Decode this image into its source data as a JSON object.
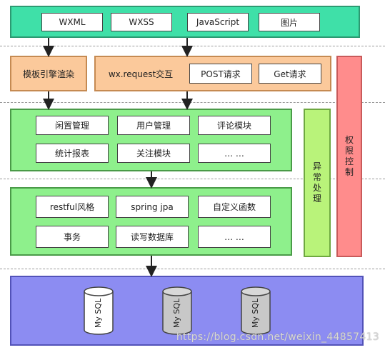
{
  "top_layer": {
    "items": [
      "WXML",
      "WXSS",
      "JavaScript",
      "图片"
    ]
  },
  "render_layer": {
    "engine_label": "模板引擎渲染",
    "request_label": "wx.request交互",
    "request_items": [
      "POST请求",
      "Get请求"
    ]
  },
  "business_layer": {
    "items": [
      "闲置管理",
      "用户管理",
      "评论模块",
      "统计报表",
      "关注模块",
      "… …"
    ]
  },
  "service_layer": {
    "items": [
      "restful风格",
      "spring jpa",
      "自定义函数",
      "事务",
      "读写数据库",
      "… …"
    ]
  },
  "side_panels": {
    "exception": "异常处理",
    "permission": "权限控制"
  },
  "database_layer": {
    "databases": [
      "My SQL",
      "My SQL",
      "My SQL"
    ]
  },
  "watermark": "https://blog.csdn.net/weixin_44857413",
  "colors": {
    "frontend": "#3fe0a8",
    "render": "#fbc99b",
    "business": "#8ef08c",
    "database": "#8c8cf2",
    "exception": "#b9f37a",
    "permission": "#ff8c8c"
  }
}
